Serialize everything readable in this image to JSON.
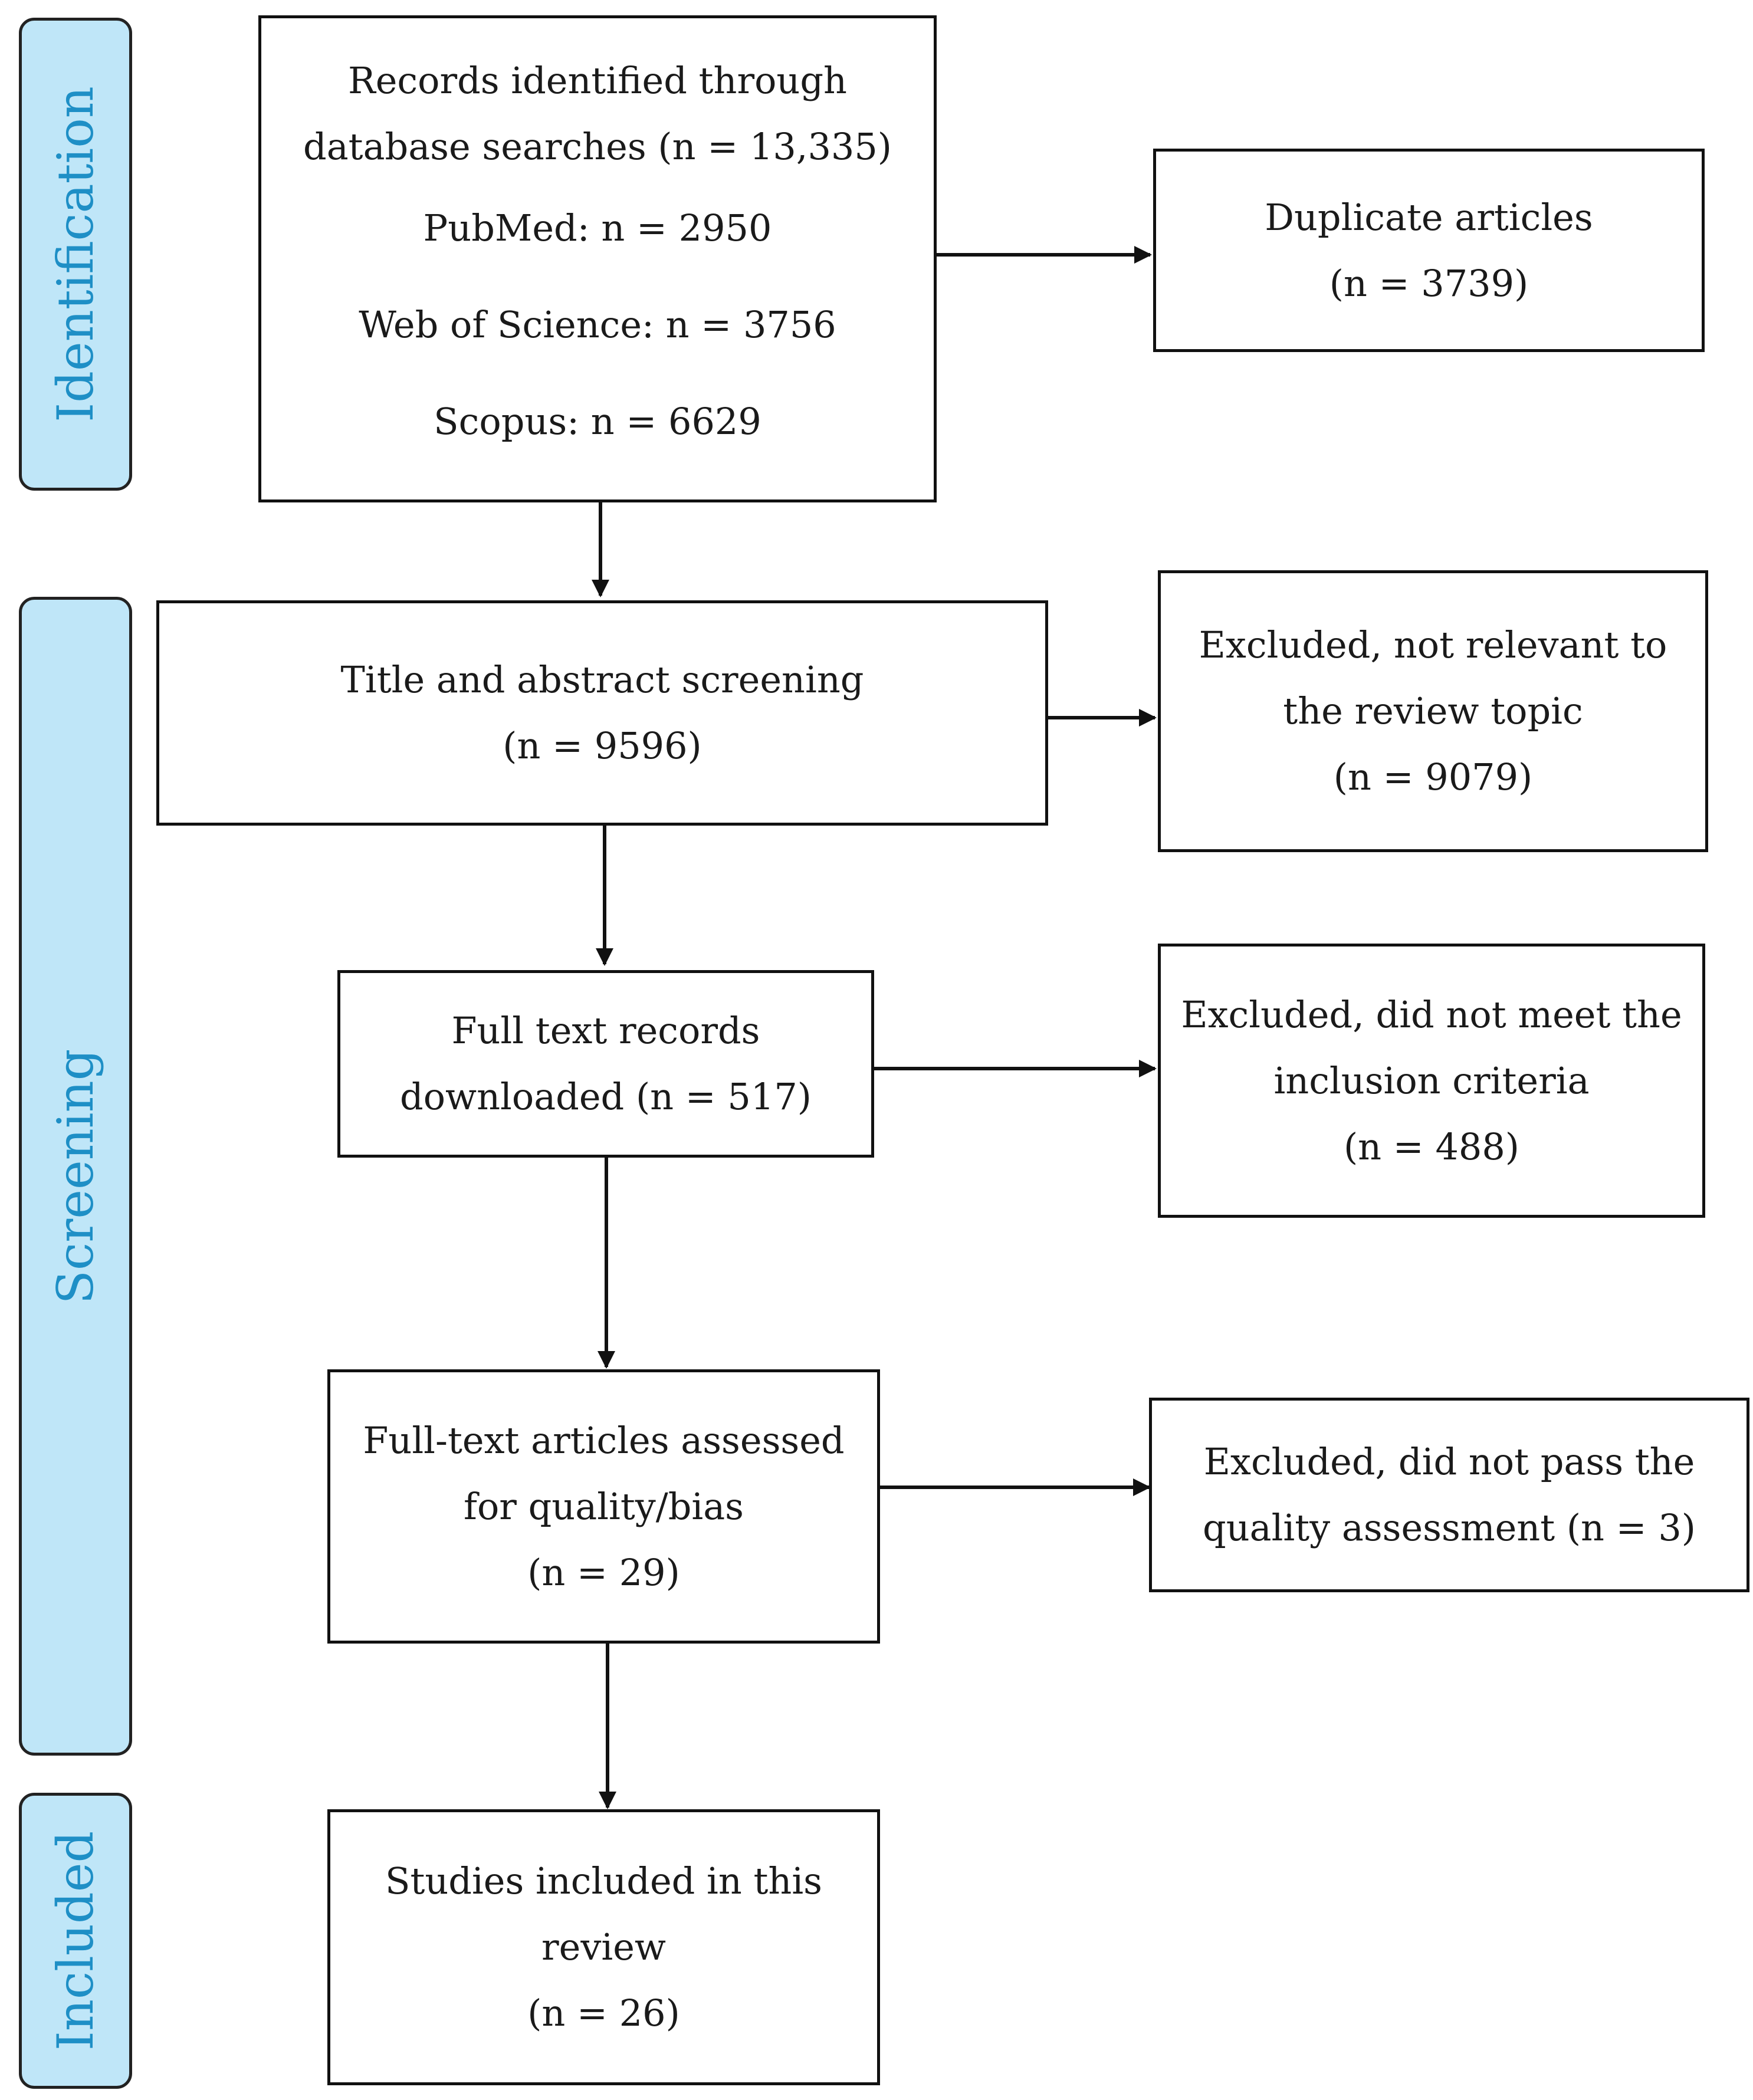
{
  "phases": {
    "identification": "Identification",
    "screening": "Screening",
    "included": "Included"
  },
  "boxes": {
    "records": {
      "line1": "Records identified through",
      "line2": "database searches (n = 13,335)",
      "pubmed": "PubMed: n = 2950",
      "wos": "Web of Science: n = 3756",
      "scopus": "Scopus: n = 6629"
    },
    "duplicates": {
      "line1": "Duplicate articles",
      "line2": "(n = 3739)"
    },
    "title_screening": {
      "line1": "Title and abstract screening",
      "line2": "(n = 9596)"
    },
    "excluded_topic": {
      "line1": "Excluded, not relevant to",
      "line2": "the review topic",
      "line3": "(n = 9079)"
    },
    "full_text": {
      "line1": "Full text records",
      "line2": "downloaded (n = 517)"
    },
    "excluded_criteria": {
      "line1": "Excluded, did not meet the",
      "line2": "inclusion criteria",
      "line3": "(n = 488)"
    },
    "quality": {
      "line1": "Full-text articles assessed",
      "line2": "for quality/bias",
      "line3": "(n = 29)"
    },
    "excluded_quality": {
      "line1": "Excluded, did not pass the",
      "line2": "quality assessment (n = 3)"
    },
    "included": {
      "line1": "Studies included in this",
      "line2": "review",
      "line3": "(n = 26)"
    }
  }
}
